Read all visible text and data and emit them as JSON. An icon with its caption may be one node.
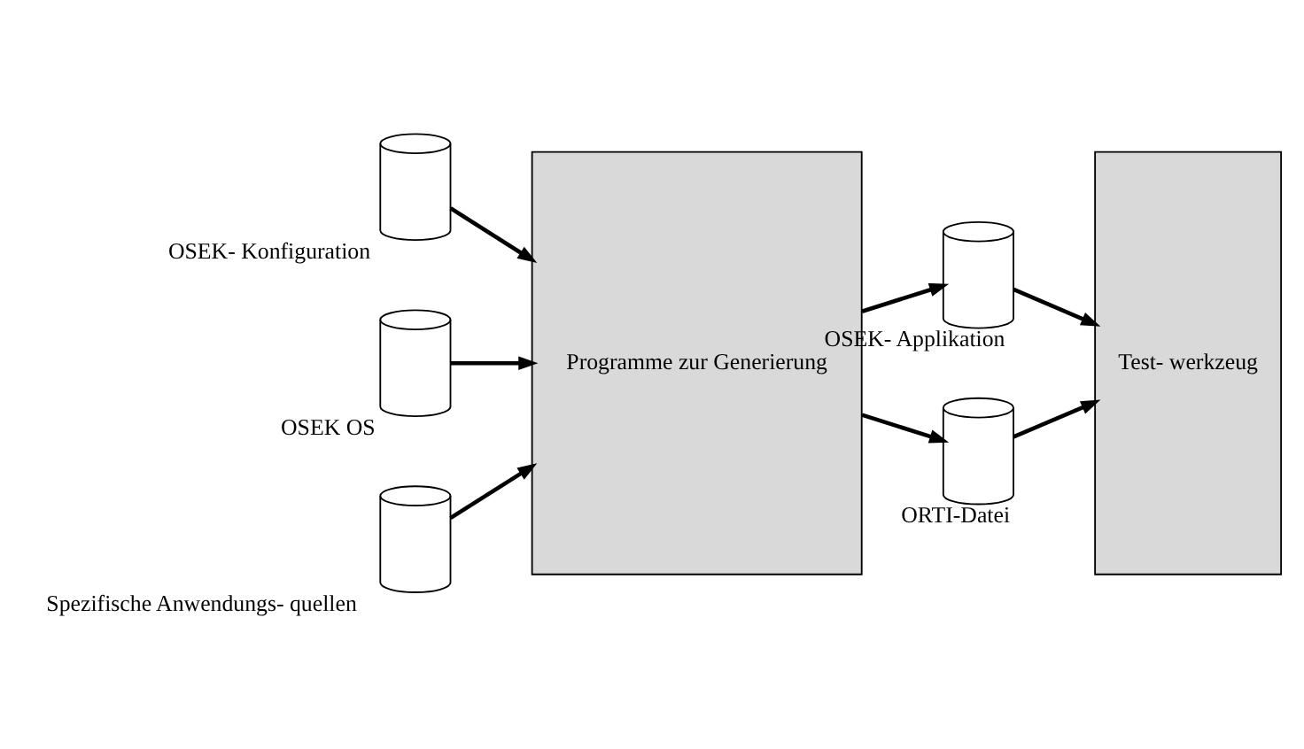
{
  "diagram": {
    "nodes": [
      {
        "text": [],
        "shape": "cylinder",
        "beside": [
          "OSEK- Konfiguration"
        ]
      },
      {
        "text": [],
        "shape": "cylinder",
        "beside": [
          "OSEK OS"
        ]
      },
      {
        "text": [],
        "shape": "cylinder",
        "beside": [
          "Spezifische Anwendungs- quellen"
        ]
      },
      {
        "text": [
          "Programme zur Generierung"
        ]
      },
      {
        "text": [],
        "shape": "cylinder",
        "beside": [
          "OSEK- Applikation"
        ]
      },
      {
        "text": [],
        "shape": "cylinder",
        "beside": [
          "ORTI-Datei"
        ]
      },
      {
        "text": [
          "Test- werkzeug"
        ]
      }
    ],
    "edges": [
      {
        "from": 0,
        "to": 3,
        "arrow": "to"
      },
      {
        "from": 1,
        "to": 3,
        "arrow": "to"
      },
      {
        "from": 2,
        "to": 3,
        "arrow": "to"
      },
      {
        "from": 3,
        "to": 4,
        "arrow": "to"
      },
      {
        "from": 3,
        "to": 5,
        "arrow": "to"
      },
      {
        "from": 4,
        "to": 6,
        "arrow": "to"
      },
      {
        "from": 5,
        "to": 6,
        "arrow": "to"
      }
    ]
  }
}
